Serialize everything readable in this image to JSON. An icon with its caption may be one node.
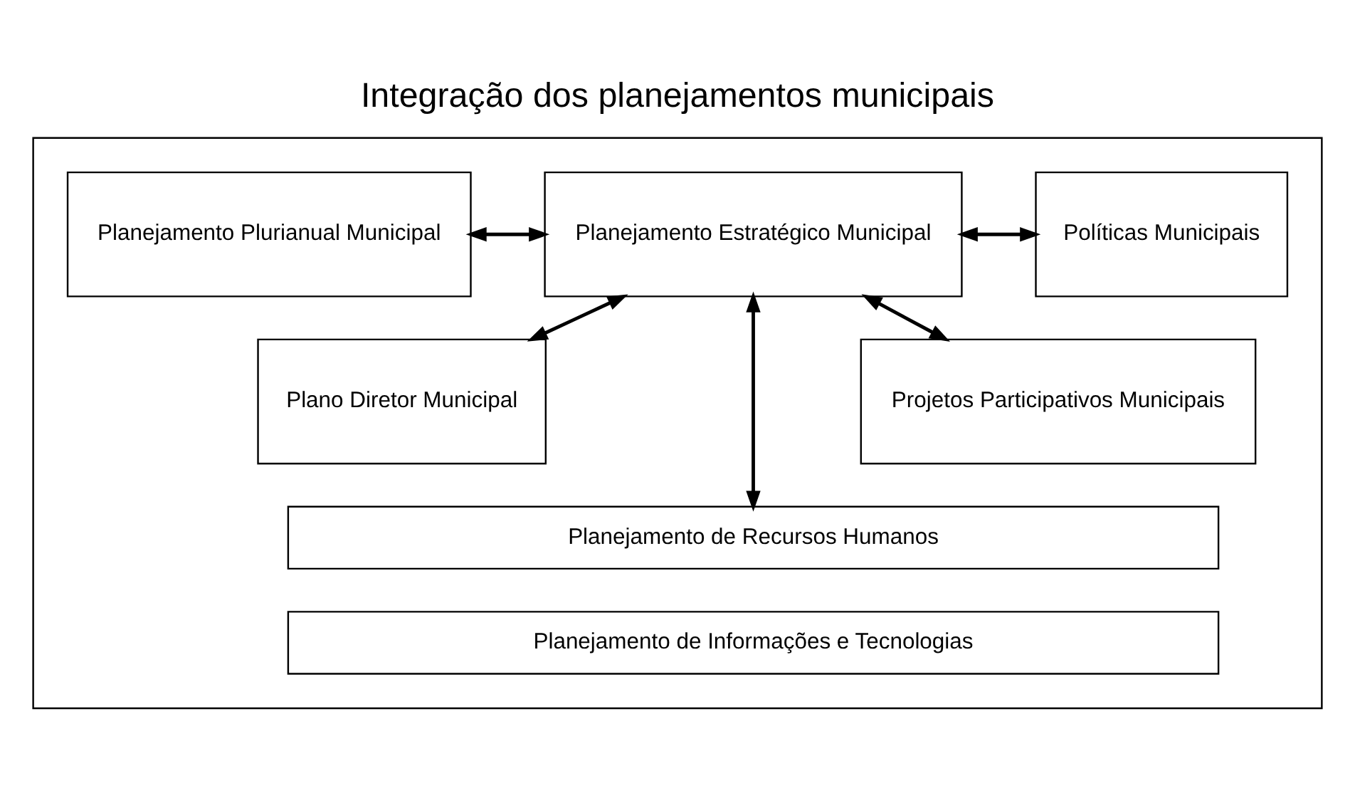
{
  "diagram": {
    "title": "Integração dos planejamentos municipais",
    "nodes": [
      {
        "text": [],
        "shape": "box"
      },
      {
        "text": [
          "Planejamento Plurianual Municipal"
        ],
        "in": 0
      },
      {
        "text": [
          "Planejamento Estratégico Municipal"
        ],
        "in": 0
      },
      {
        "text": [
          "Políticas Municipais"
        ],
        "in": 0
      },
      {
        "text": [
          "Plano Diretor Municipal"
        ],
        "in": 0
      },
      {
        "text": [
          "Projetos Participativos Municipais"
        ],
        "in": 0
      },
      {
        "text": [
          "Planejamento de Recursos Humanos"
        ],
        "in": 0
      },
      {
        "text": [
          "Planejamento de Informações e Tecnologias"
        ],
        "in": 0
      }
    ],
    "edges": [
      {
        "from": 1,
        "to": 2,
        "arrow": "both"
      },
      {
        "from": 2,
        "to": 3,
        "arrow": "both"
      },
      {
        "from": 4,
        "to": 2,
        "arrow": "both"
      },
      {
        "from": 2,
        "to": 5,
        "arrow": "both"
      },
      {
        "from": 2,
        "to": 6,
        "arrow": "both"
      }
    ]
  }
}
